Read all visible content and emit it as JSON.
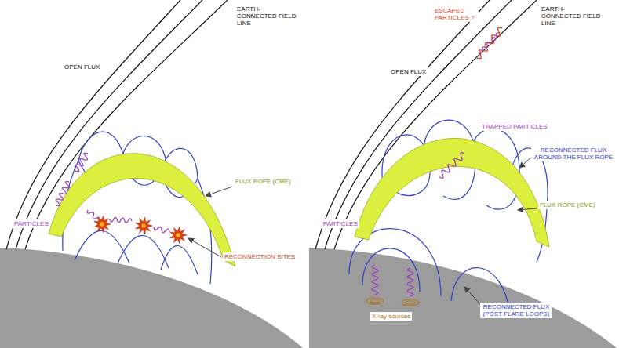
{
  "diagram": {
    "labels": [
      "EARTH-CONNECTED FIELD LINE",
      "OPEN FLUX",
      "FLUX ROPE (CME)",
      "PARTICLES",
      "RECONNECTION SITES",
      "EARTH-CONNECTED FIELD LINE",
      "ESCAPED PARTICLES ?",
      "OPEN FLUX",
      "TRAPPED PARTICLES",
      "RECONNECTED FLUX AROUND THE FLUX ROPE",
      "FLUX ROPE (CME)",
      "PARTICLES",
      "X-ray sources",
      "RECONNECTED FLUX (POST FLARE LOOPS)"
    ]
  }
}
